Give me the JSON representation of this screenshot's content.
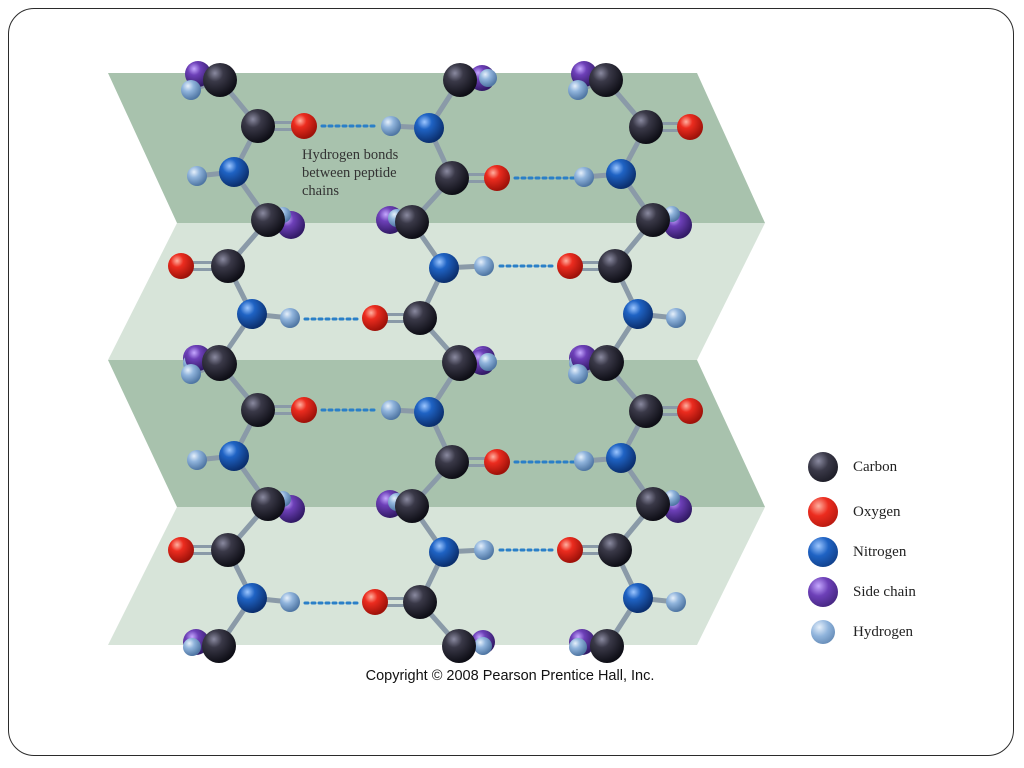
{
  "annotation": {
    "hydrogen_bonds": "Hydrogen bonds between peptide chains"
  },
  "legend": {
    "items": [
      {
        "key": "carbon",
        "label": "Carbon",
        "color": "#23222f"
      },
      {
        "key": "oxygen",
        "label": "Oxygen",
        "color": "#e3261c"
      },
      {
        "key": "nitrogen",
        "label": "Nitrogen",
        "color": "#1a5cb5"
      },
      {
        "key": "side_chain",
        "label": "Side chain",
        "color": "#6a3fb0"
      },
      {
        "key": "hydrogen",
        "label": "Hydrogen",
        "color": "#8fb3dc"
      }
    ]
  },
  "colors": {
    "sheet_dark": "#a8c2ad",
    "sheet_light": "#d7e4d9",
    "bond": "#8a9aa8",
    "hbond": "#2a7fc8"
  },
  "copyright": "Copyright © 2008 Pearson Prentice Hall, Inc."
}
